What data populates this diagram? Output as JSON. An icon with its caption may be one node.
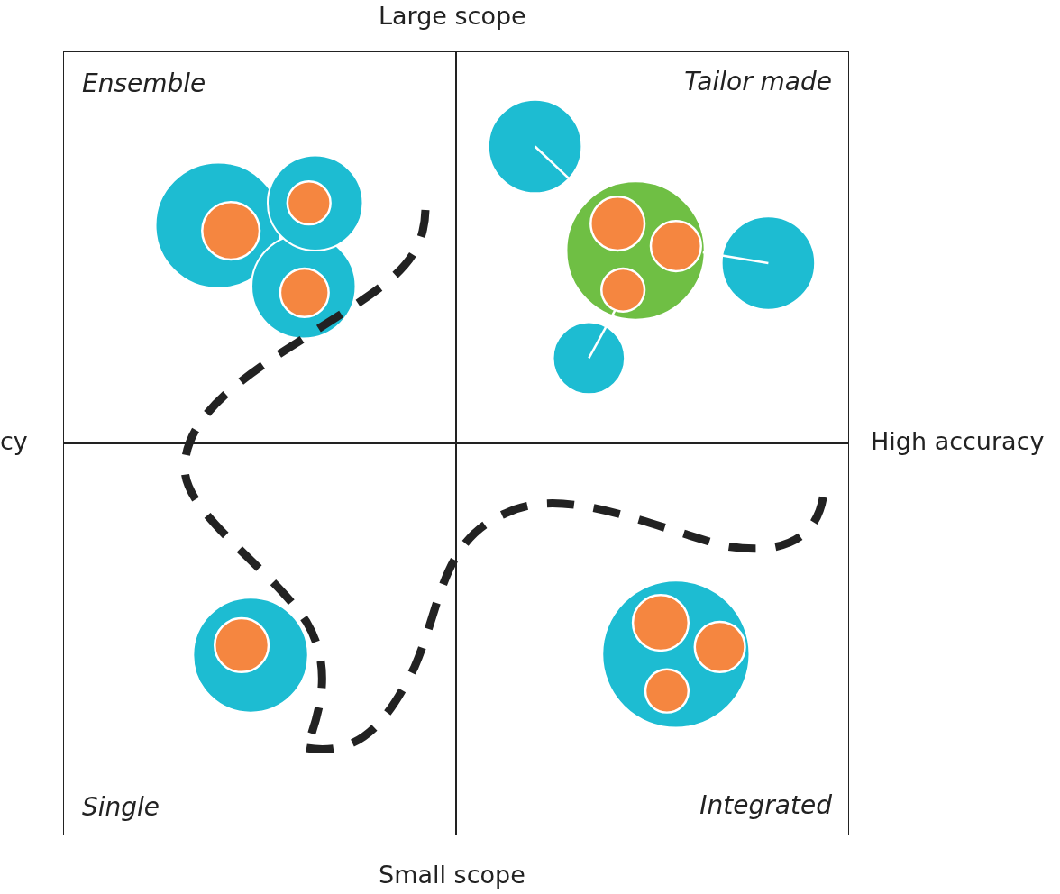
{
  "diagram": {
    "nodes": [
      {
        "text": [
          "Ensemble"
        ]
      },
      {
        "text": [
          "Tailor made"
        ]
      },
      {
        "text": [
          "Single"
        ]
      },
      {
        "text": [
          "Integrated"
        ]
      }
    ],
    "labels": [
      "Large scope",
      "cy",
      "High accuracy",
      "Small scope"
    ]
  }
}
